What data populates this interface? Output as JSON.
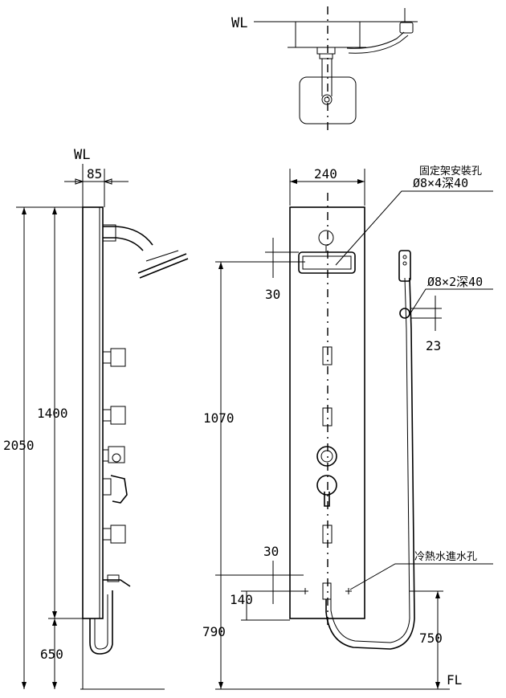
{
  "labels": {
    "wl_top": "WL",
    "wl_side": "WL",
    "fl": "FL",
    "bracket_note_1": "固定架安裝孔",
    "bracket_note_2": "Ø8×4深40",
    "hand_hole": "Ø8×2深40",
    "inlet_note": "冷熱水進水孔"
  },
  "dimensions": {
    "wall_offset": "85",
    "panel_width": "240",
    "total_height": "2050",
    "head_height": "1400",
    "inlet_height": "650",
    "bracket_height": "1070",
    "bracket_gap_top": "30",
    "inlet_gap": "30",
    "inlet_spacing": "140",
    "lower_height": "790",
    "holder_spacing": "23",
    "hose_inlet_height": "750"
  },
  "colors": {
    "line": "#000000",
    "background": "#ffffff"
  }
}
